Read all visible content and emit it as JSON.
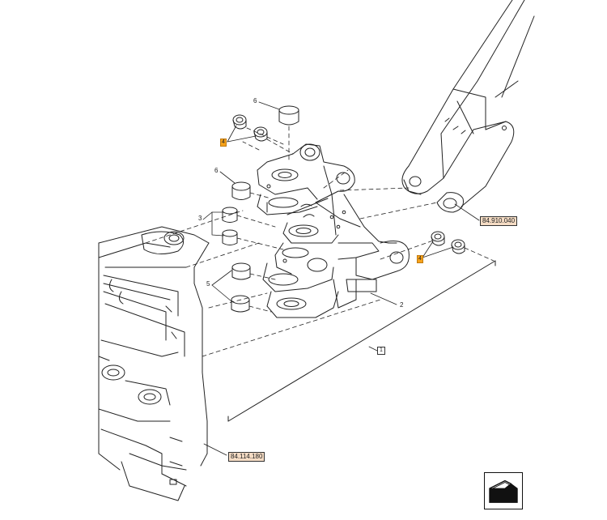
{
  "callouts": {
    "c1": "1",
    "c2": "2",
    "c3": "3",
    "c4a": "4",
    "c4b": "4",
    "c5": "5",
    "c6a": "6",
    "c6b": "6"
  },
  "references": {
    "ref_upper": "84.910.040",
    "ref_lower": "84.114.180"
  },
  "colors": {
    "line": "#222222",
    "ref_fill": "#f5dcc4",
    "highlight": "#f6a21a"
  },
  "icons": [
    "book-page-icon"
  ]
}
